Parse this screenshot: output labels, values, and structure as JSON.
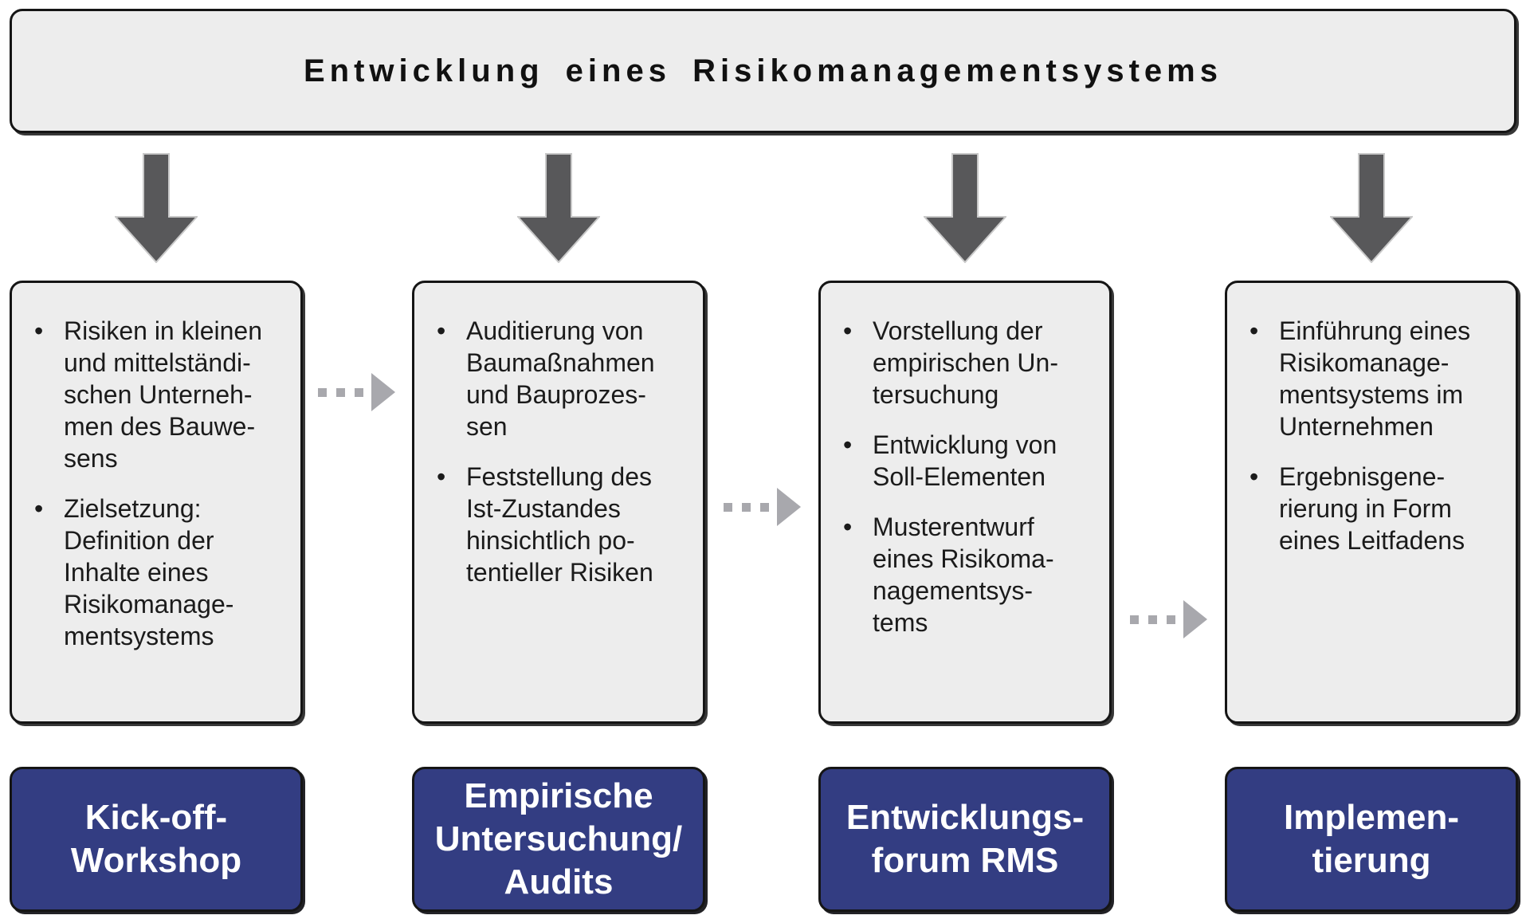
{
  "header": {
    "title": "Entwicklung eines Risikomanagementsystems"
  },
  "bullet_glyph": "•",
  "columns": [
    {
      "id": "kick-off-workshop",
      "bullets": [
        "Risiken in kleinen\nund mittelständi-\nschen Unterneh-\nmen des Bauwe-\nsens",
        "Zielsetzung:\nDefinition der\nInhalte eines\nRisikomanage-\nmentsystems"
      ],
      "label": "Kick-off-\nWorkshop"
    },
    {
      "id": "empirische-untersuchung-audits",
      "bullets": [
        "Auditierung von\nBaumaßnahmen\nund Bauprozes-\nsen",
        "Feststellung des\nIst-Zustandes\nhinsichtlich po-\ntentieller Risiken"
      ],
      "label": "Empirische\nUntersuchung/\nAudits"
    },
    {
      "id": "entwicklungsforum-rms",
      "bullets": [
        "Vorstellung der\nempirischen Un-\ntersuchung",
        "Entwicklung von\nSoll-Elementen",
        "Musterentwurf\neines Risikoma-\nnagementsys-\ntems"
      ],
      "label": "Entwicklungs-\nforum RMS"
    },
    {
      "id": "implementierung",
      "bullets": [
        "Einführung eines\nRisikomanage-\nmentsystems im\nUnternehmen",
        "Ergebnisgene-\nrierung in Form\neines Leitfadens"
      ],
      "label": "Implemen-\ntierung"
    }
  ],
  "colors": {
    "stage_blue": "#333d82",
    "box_fill": "#ededed",
    "border": "#151515",
    "solid_arrow_gray": "#58585a",
    "dotted_arrow_gray": "#a8a8ad"
  }
}
